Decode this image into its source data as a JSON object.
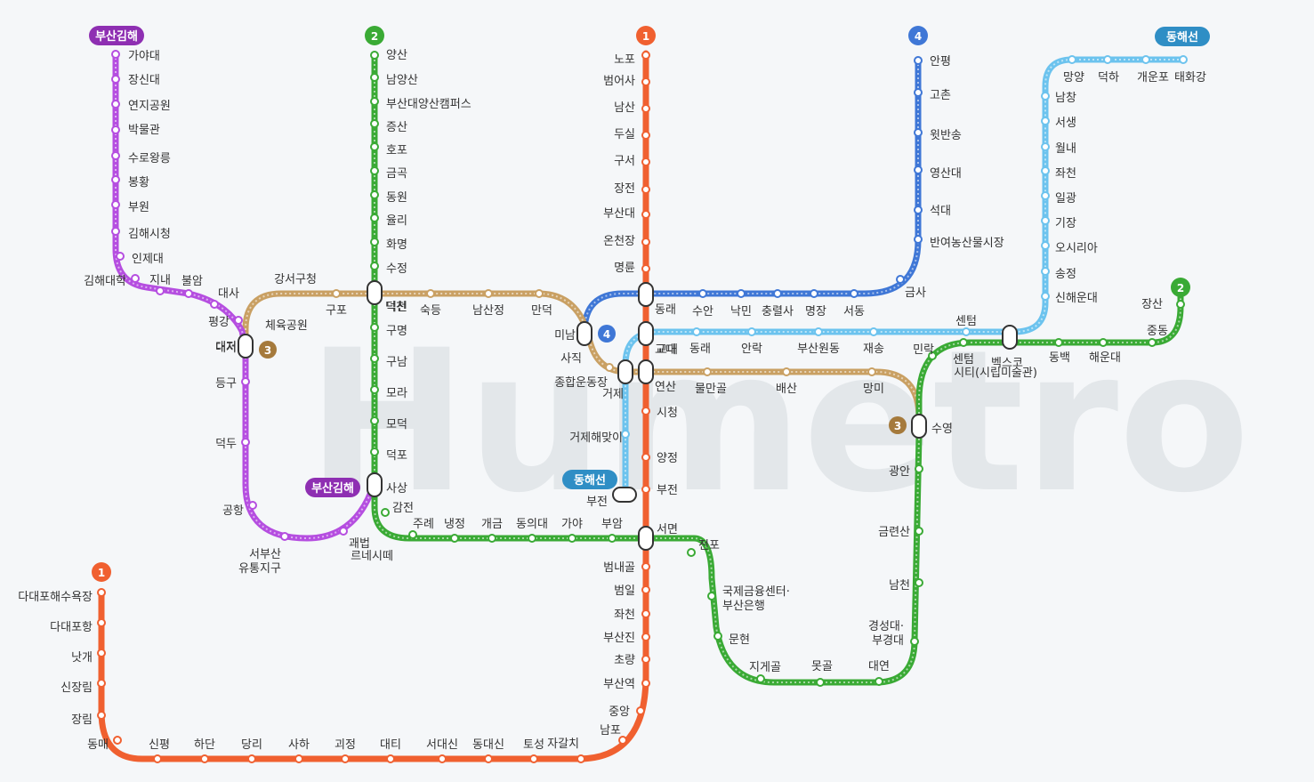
{
  "watermark": "Humetro",
  "lines": {
    "line1": {
      "badge": "1",
      "color": "#f06030"
    },
    "line2": {
      "badge": "2",
      "color": "#3aaa35"
    },
    "line3": {
      "badge": "3",
      "color": "#c9a063"
    },
    "line4": {
      "badge": "4",
      "color": "#3f77d6"
    },
    "gimhae": {
      "badge": "부산김해",
      "color": "#b54ee0",
      "badge_color": "#8e2fb2"
    },
    "donghae": {
      "badge": "동해선",
      "color": "#6cc3ee",
      "badge_color": "#2f8ec5"
    }
  },
  "stations": {
    "line1": [
      "노포",
      "범어사",
      "남산",
      "두실",
      "구서",
      "장전",
      "부산대",
      "온천장",
      "명륜",
      "동래",
      "교대",
      "연산",
      "시청",
      "양정",
      "부전",
      "서면",
      "범내골",
      "범일",
      "좌천",
      "부산진",
      "초량",
      "부산역",
      "중앙",
      "남포",
      "자갈치",
      "토성",
      "동대신",
      "서대신",
      "대티",
      "괴정",
      "사하",
      "당리",
      "하단",
      "신평",
      "동매",
      "장림",
      "신장림",
      "낫개",
      "다대포항",
      "다대포해수욕장"
    ],
    "line2": [
      "양산",
      "남양산",
      "부산대양산캠퍼스",
      "증산",
      "호포",
      "금곡",
      "동원",
      "율리",
      "화명",
      "수정",
      "덕천",
      "구명",
      "구남",
      "모라",
      "모덕",
      "덕포",
      "사상",
      "감전",
      "주례",
      "냉정",
      "개금",
      "동의대",
      "가야",
      "부암",
      "서면",
      "전포",
      "국제금융센터·",
      "부산은행",
      "문현",
      "지게골",
      "못골",
      "대연",
      "경성대·",
      "부경대",
      "남천",
      "금련산",
      "광안",
      "수영",
      "민락",
      "센텀",
      "시티(시립미술관)",
      "벡스코",
      "동백",
      "해운대",
      "중동",
      "장산"
    ],
    "line3": [
      "강서구청",
      "체육공원",
      "구포",
      "덕천",
      "숙등",
      "남산정",
      "만덕",
      "미남",
      "사직",
      "종합운동장",
      "거제",
      "연산",
      "물만골",
      "배산",
      "망미",
      "수영",
      "대저"
    ],
    "line4": [
      "안평",
      "고촌",
      "윗반송",
      "영산대",
      "석대",
      "반여농산물시장",
      "금사",
      "서동",
      "명장",
      "충렬사",
      "낙민",
      "수안",
      "동래",
      "미남"
    ],
    "gimhae": [
      "가야대",
      "장신대",
      "연지공원",
      "박물관",
      "수로왕릉",
      "봉황",
      "부원",
      "김해시청",
      "인제대",
      "김해대학",
      "지내",
      "불암",
      "대사",
      "평강",
      "대저",
      "등구",
      "덕두",
      "공항",
      "서부산",
      "유통지구",
      "괘법",
      "르네시떼",
      "사상"
    ],
    "donghae": [
      "망양",
      "덕하",
      "개운포",
      "태화강",
      "남창",
      "서생",
      "월내",
      "좌천",
      "일광",
      "기장",
      "오시리아",
      "송정",
      "신해운대",
      "센텀",
      "재송",
      "부산원동",
      "안락",
      "동래",
      "교대",
      "거제",
      "거제해맞이",
      "부전"
    ]
  }
}
